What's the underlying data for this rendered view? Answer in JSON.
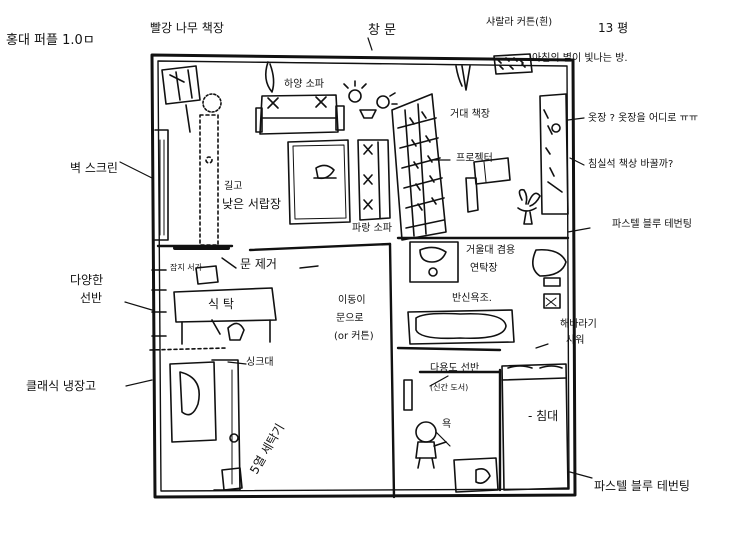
{
  "labels": {
    "title": "홍대 퍼플 1.0ㅁ",
    "red_bookshelf": "빨강 나무 책장",
    "window": "창 문",
    "curtain": "샤랄라 커튼(흰)",
    "area": "13 평",
    "stars": "아침의 별이 빛나는 방.",
    "white_sofa": "하양 소파",
    "big_bookshelf": "거대 책장",
    "projector": "프로젝터",
    "wardrobe": "옷장 ? 옷장을 어디로 ㅠㅠ",
    "study_desk": "침실석 책상 바꿀까?",
    "wall_screen": "벽 스크린",
    "low_drawer_1": "길고",
    "low_drawer_2": "낮은 서랍장",
    "blue_sofa": "파랑 소파",
    "pastel_top": "파스텔 블루 테번팅",
    "door_remove": "문 제거",
    "books": "잡지 서가",
    "various_shelves_1": "다양한",
    "various_shelves_2": "선반",
    "table": "식 탁",
    "mirror_1": "이동이",
    "mirror_2": "문으로",
    "mirror_3": "(or 커튼)",
    "laundry_1": "거울대 겸용",
    "laundry_2": "연탁장",
    "bath": "반신욕조.",
    "shower_1": "해바라기",
    "shower_2": "샤워",
    "fridge": "클래식 냉장고",
    "sink": "싱크대",
    "hanging_1": "다용도 선반",
    "hanging_2": "(신간 도서)",
    "kitchen": "5열 세탁기",
    "cat": "욕",
    "bed": "- 침대",
    "pastel_bottom": "파스텔 블루 테번팅"
  }
}
